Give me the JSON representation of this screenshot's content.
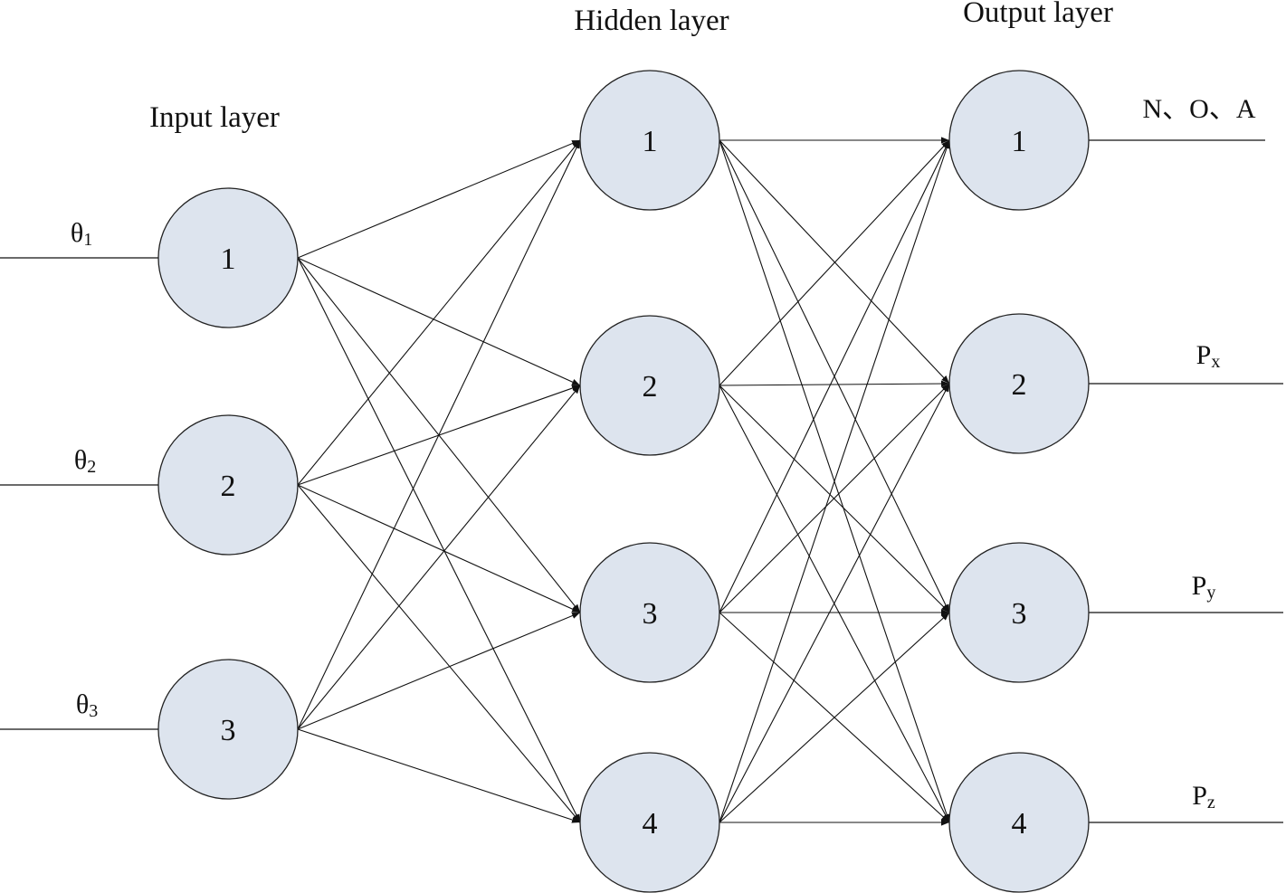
{
  "layers": {
    "input": {
      "title": "Input layer",
      "nodes": [
        "1",
        "2",
        "3"
      ],
      "inputs": [
        {
          "symbol": "θ",
          "sub": "1"
        },
        {
          "symbol": "θ",
          "sub": "2"
        },
        {
          "symbol": "θ",
          "sub": "3"
        }
      ]
    },
    "hidden": {
      "title": "Hidden layer",
      "nodes": [
        "1",
        "2",
        "3",
        "4"
      ]
    },
    "output": {
      "title": "Output layer",
      "nodes": [
        "1",
        "2",
        "3",
        "4"
      ],
      "outputs": [
        {
          "symbol": "N、O、A",
          "sub": ""
        },
        {
          "symbol": "P",
          "sub": "x"
        },
        {
          "symbol": "P",
          "sub": "y"
        },
        {
          "symbol": "P",
          "sub": "z"
        }
      ]
    }
  },
  "colors": {
    "node_fill": "#dde4ee",
    "stroke": "#111111"
  }
}
